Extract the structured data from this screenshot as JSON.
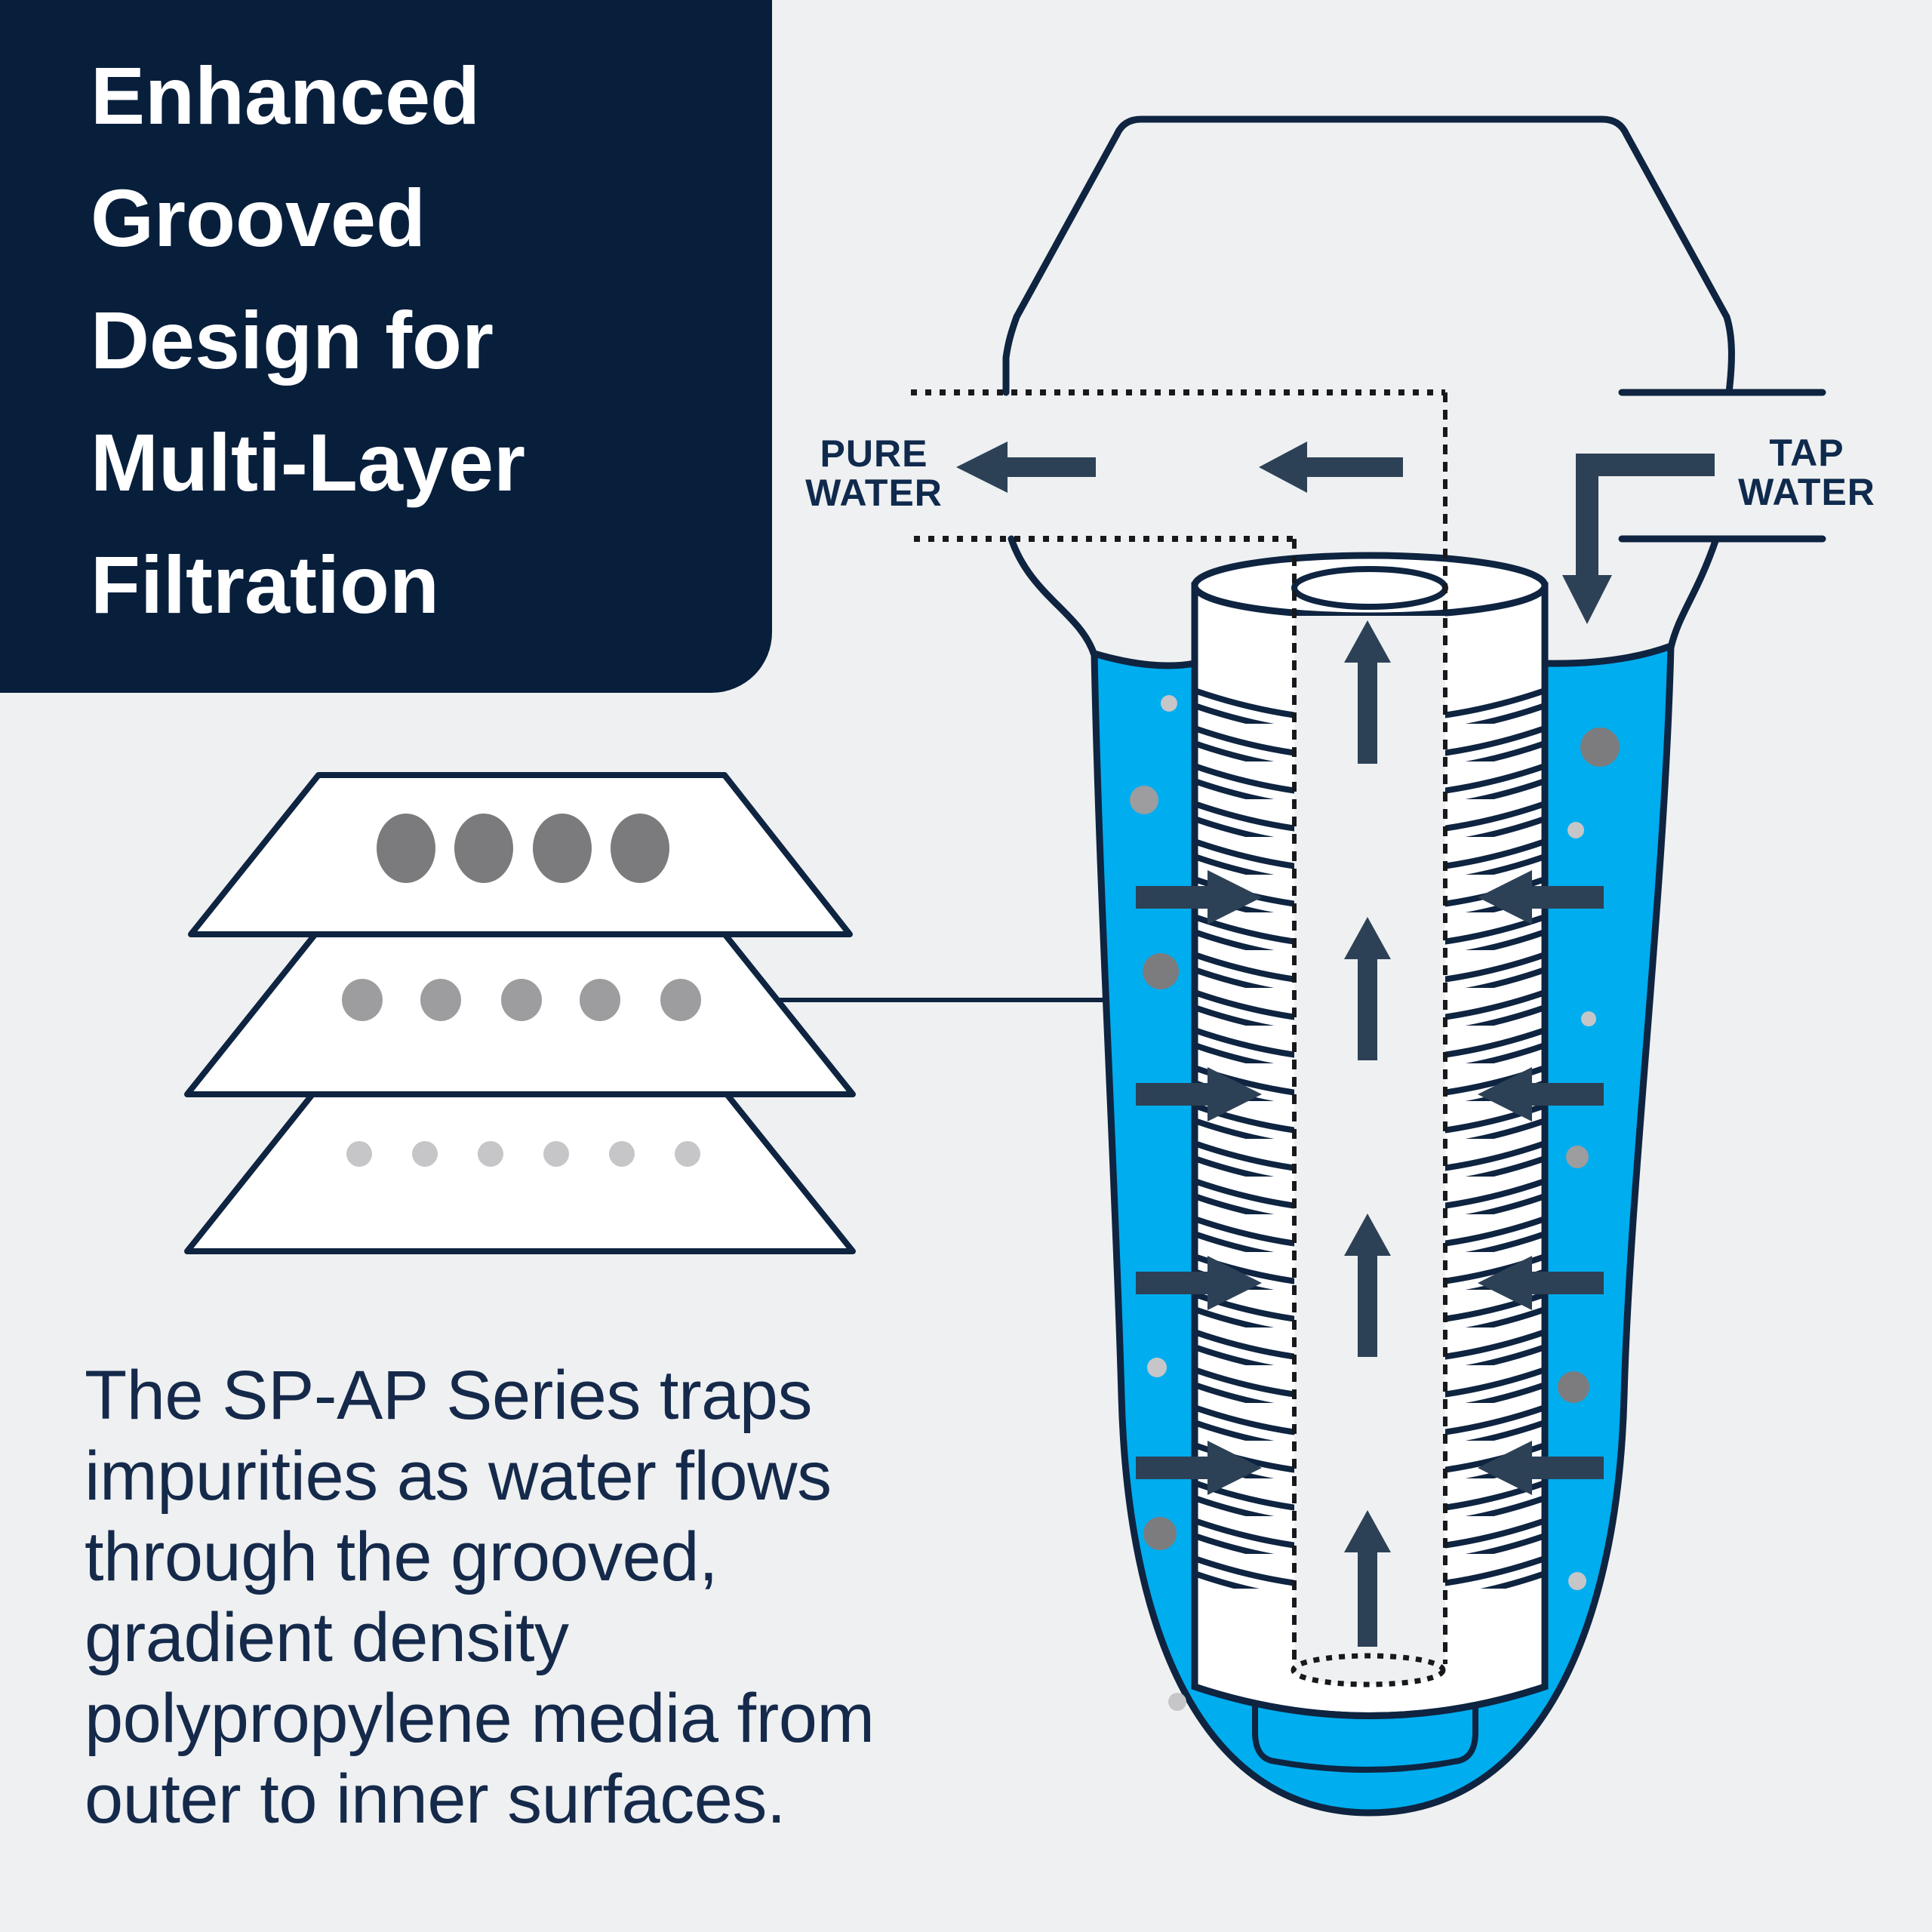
{
  "background": "#EFF0F1",
  "title_card": {
    "background": "#081F3C",
    "text_color": "#FFFFFF",
    "lines": [
      "Enhanced",
      "Grooved",
      "Design for",
      "Multi-Layer",
      "Filtration"
    ]
  },
  "description": {
    "text_color": "#152A4B",
    "full_text": "The SP-AP Series traps impurities as water flows through the grooved, gradient density polypropylene media from outer to inner surfaces.",
    "lines": [
      "The SP-AP Series traps",
      "impurities as water flows",
      "through the grooved,",
      "gradient density",
      "polypropylene media from",
      "outer to inner surfaces."
    ]
  },
  "diagram": {
    "labels": {
      "pure_water": [
        "PURE",
        "WATER"
      ],
      "tap_water": [
        "TAP",
        "WATER"
      ]
    },
    "colors": {
      "outline_navy": "#0E2440",
      "arrow_slate": "#2D4156",
      "water_blue": "#00ADEF",
      "dashed_black": "#17191C",
      "label_navy": "#0F2A4D",
      "dot_dark": "#7C7C7E",
      "dot_medium": "#9D9D9F",
      "dot_light": "#C6C6C8",
      "media_white": "#FFFFFF"
    },
    "media_layers": [
      {
        "position": "top",
        "dot_count": 4,
        "dot_size": "large",
        "dot_shade": "dark"
      },
      {
        "position": "middle",
        "dot_count": 5,
        "dot_size": "medium",
        "dot_shade": "medium"
      },
      {
        "position": "bottom",
        "dot_count": 6,
        "dot_size": "small",
        "dot_shade": "light"
      }
    ],
    "flow_arrows": {
      "pure_water_out": 2,
      "tap_water_in": 1,
      "side_inward_pairs": 4,
      "core_upward": 4
    },
    "impurity_dot_count": 13
  }
}
